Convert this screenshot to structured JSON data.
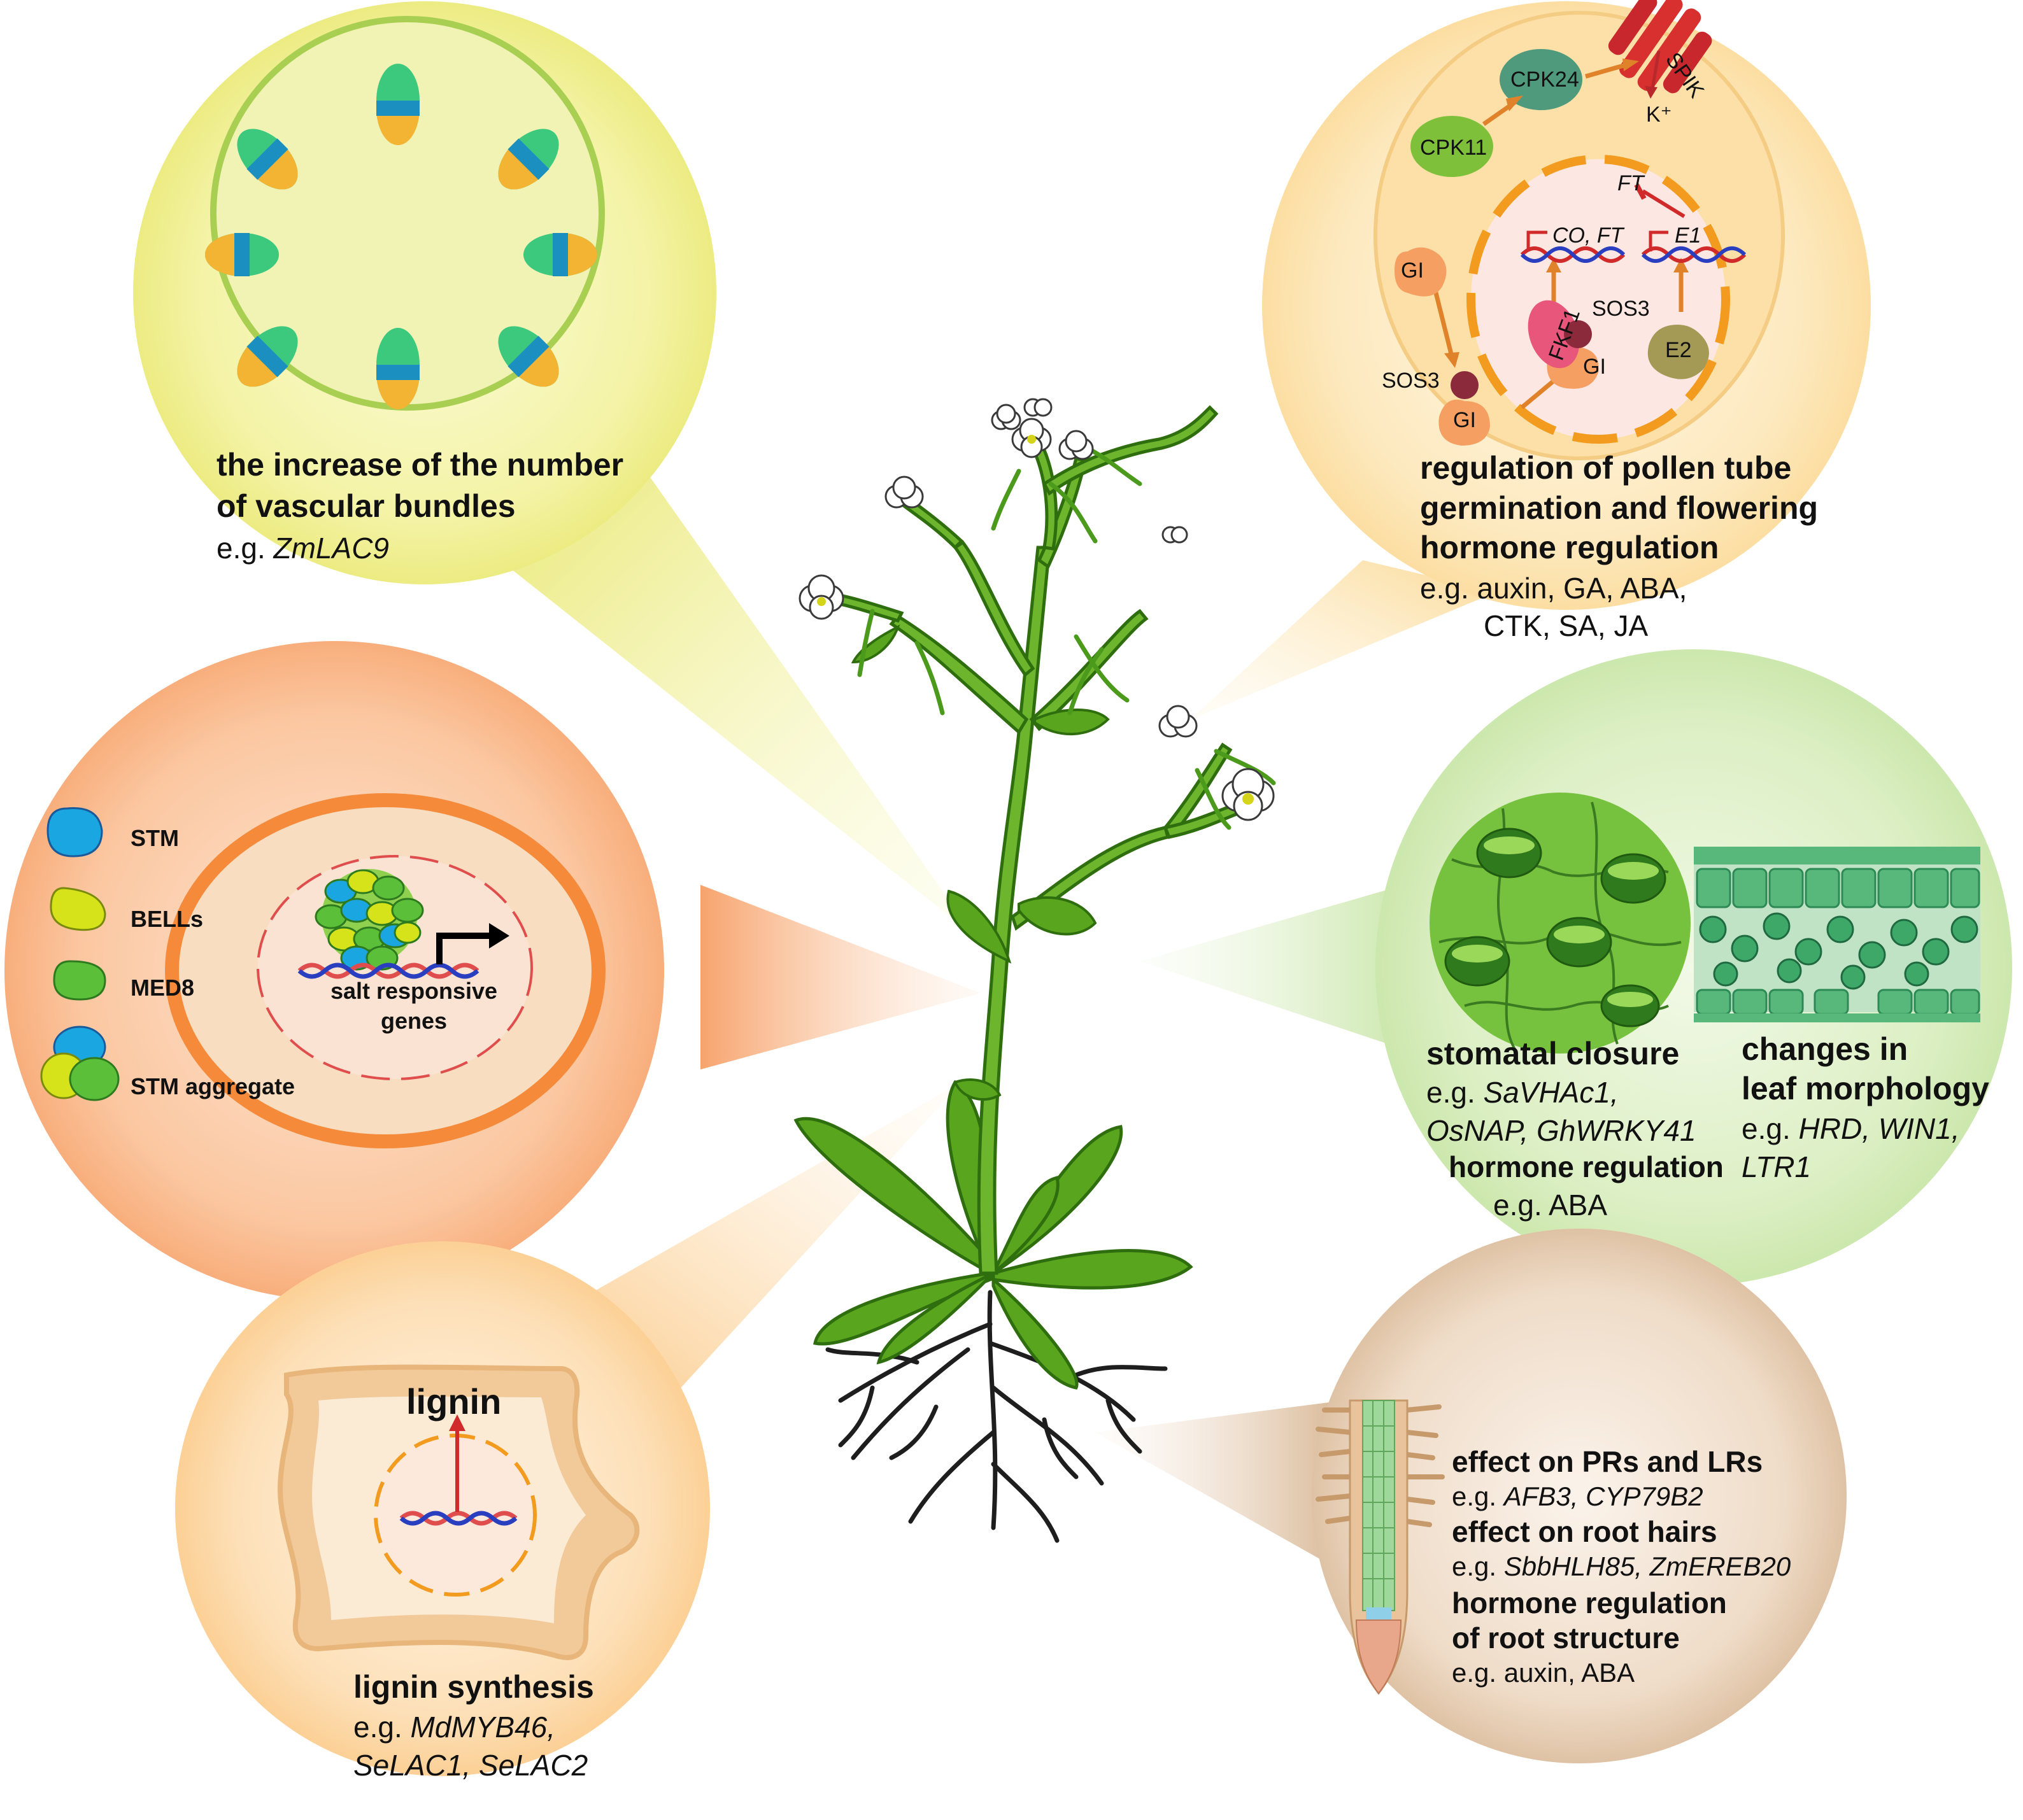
{
  "vascular": {
    "title_line1": "the increase of the number",
    "title_line2": "of vascular bundles",
    "eg": "e.g.",
    "gene": "ZmLAC9"
  },
  "pollen": {
    "labels": {
      "spik": "SPIK",
      "k": "K⁺",
      "cpk24": "CPK24",
      "cpk11": "CPK11",
      "ft_top": "FT",
      "co_ft": "CO, FT",
      "e1": "E1",
      "gi_left": "GI",
      "sos3_inner": "SOS3",
      "fkf1": "FKF1",
      "gi_inner": "GI",
      "e2": "E2",
      "sos3_outer": "SOS3",
      "gi_bottom": "GI"
    },
    "title_line1": "regulation of pollen tube",
    "title_line2": "germination and flowering",
    "title_line3": "hormone regulation",
    "eg_line1": "e.g. auxin, GA, ABA,",
    "eg_line2": "CTK, SA, JA"
  },
  "salt": {
    "legend": [
      {
        "label": "STM",
        "color": "#1aa6e0"
      },
      {
        "label": "BELLs",
        "color": "#d6e21a"
      },
      {
        "label": "MED8",
        "color": "#5cbf3a"
      },
      {
        "label": "STM aggregate",
        "color": "#1aa6e0"
      }
    ],
    "genes_line1": "salt responsive",
    "genes_line2": "genes"
  },
  "leaf": {
    "stomata_title": "stomatal closure",
    "stomata_eg1_prefix": "e.g.",
    "stomata_eg1_gene": "SaVHAc1,",
    "stomata_eg2": "OsNAP, GhWRKY41",
    "hormone_title": "hormone regulation",
    "hormone_eg": "e.g. ABA",
    "morph_title_line1": "changes  in",
    "morph_title_line2": "leaf morphology",
    "morph_eg_prefix": "e.g.",
    "morph_eg_genes1": "HRD, WIN1,",
    "morph_eg_genes2": "LTR1"
  },
  "lignin": {
    "label": "lignin",
    "title": "lignin synthesis",
    "eg_prefix": "e.g.",
    "eg_gene1": "MdMYB46,",
    "eg_gene2": "SeLAC1, SeLAC2"
  },
  "root": {
    "t1": "effect on PRs and LRs",
    "e1_prefix": "e.g.",
    "e1_genes": "AFB3, CYP79B2",
    "t2": "effect on root hairs",
    "e2_prefix": "e.g.",
    "e2_genes": "SbbHLH85, ZmEREB20",
    "t3_line1": "hormone regulation",
    "t3_line2": "of root structure",
    "e3": "e.g. auxin, ABA"
  }
}
